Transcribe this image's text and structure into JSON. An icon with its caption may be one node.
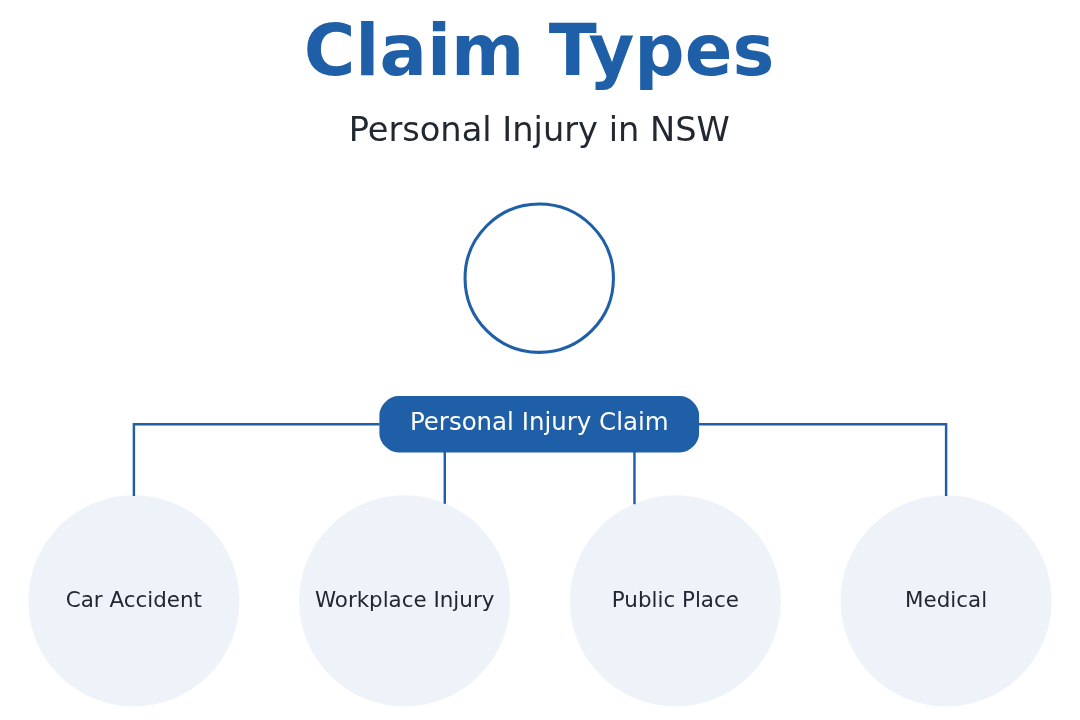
{
  "diagram": {
    "title": "Claim Types",
    "nodes": [
      {
        "text": [],
        "shape": "circle"
      },
      {
        "text": [
          "Personal Injury Claim"
        ]
      },
      {
        "text": [
          "Car Accident"
        ]
      },
      {
        "text": [
          "Workplace Injury"
        ]
      },
      {
        "text": [
          "Public Place"
        ]
      },
      {
        "text": [
          "Medical"
        ]
      }
    ],
    "edges": [
      {
        "from": 1,
        "to": 2,
        "arrow": "none"
      },
      {
        "from": 1,
        "to": 3,
        "arrow": "none"
      },
      {
        "from": 1,
        "to": 4,
        "arrow": "none"
      },
      {
        "from": 1,
        "to": 5,
        "arrow": "none"
      }
    ],
    "labels": [
      "Personal Injury in NSW"
    ]
  }
}
